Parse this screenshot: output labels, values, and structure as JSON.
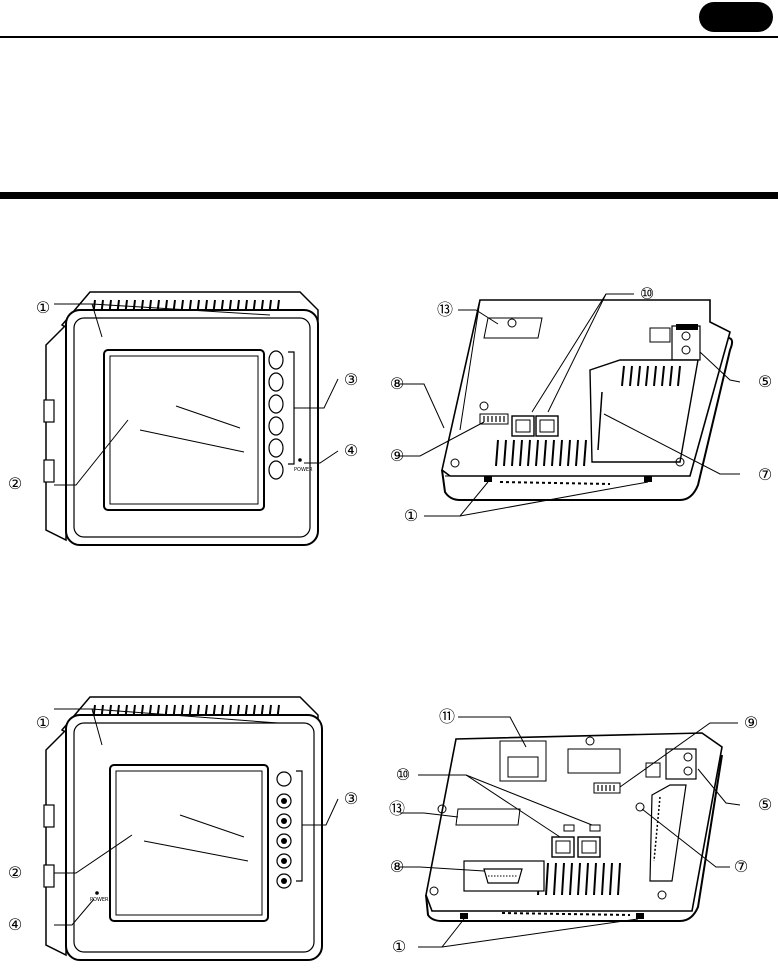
{
  "header": {
    "tab_label": ""
  },
  "figures": {
    "top_front": {
      "callouts": {
        "c1": "①",
        "c2": "②",
        "c3": "③",
        "c4": "④"
      },
      "power_label": "POWER"
    },
    "top_rear": {
      "callouts": {
        "c13": "⑬",
        "c10": "⑩",
        "c8": "⑧",
        "c9": "⑨",
        "c5": "⑤",
        "c7": "⑦",
        "c1": "①"
      }
    },
    "bottom_front": {
      "callouts": {
        "c1": "①",
        "c2": "②",
        "c3": "③",
        "c4": "④"
      },
      "power_label": "POWER"
    },
    "bottom_rear": {
      "callouts": {
        "c11": "⑪",
        "c9": "⑨",
        "c10": "⑩",
        "c13": "⑬",
        "c8": "⑧",
        "c5": "⑤",
        "c7": "⑦",
        "c1": "①"
      }
    }
  }
}
